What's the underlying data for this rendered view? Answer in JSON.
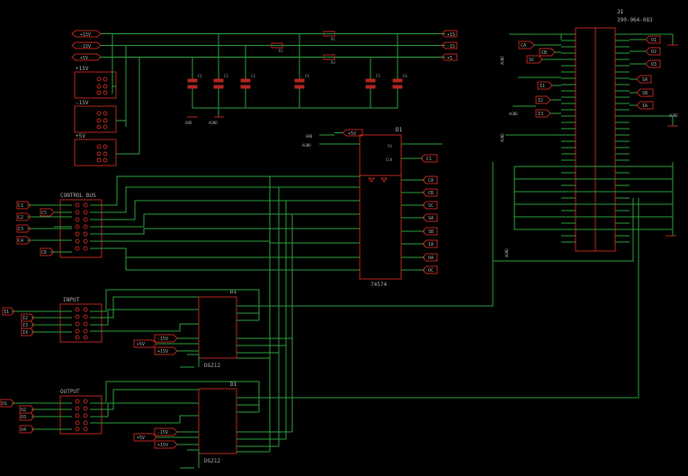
{
  "power": {
    "plus15": "+15V",
    "minus15": "-15V",
    "plus5": "+5V",
    "gnd": "GND",
    "agnd": "AGND"
  },
  "connector": {
    "ref": "J1",
    "part": "390-964-083"
  },
  "headers": {
    "control": "CONTROL BUS",
    "input": "INPUT",
    "output": "OUTPUT",
    "p15": "+15V",
    "m15": "-15V",
    "p5": "+5V"
  },
  "chips": {
    "d1_ref": "D1",
    "d1_part": "74574",
    "d1_clk": "CLK",
    "d1_vdd": "5V",
    "dg_part": "DG212"
  },
  "capacitors": [
    "C1",
    "C2",
    "C3",
    "C4",
    "C5",
    "C6"
  ],
  "resistors": [
    "R1",
    "R2",
    "R3"
  ],
  "control_flags": [
    "C1",
    "C2",
    "C3",
    "C4",
    "C5",
    "C6"
  ],
  "input_flags": [
    "I1",
    "I2",
    "I3",
    "I4"
  ],
  "output_flags": [
    "O1",
    "O2",
    "O3",
    "O4"
  ],
  "rail_flags": [
    "+15",
    "-15",
    "+5"
  ],
  "d1_out_flags": [
    "CA",
    "CB",
    "SC",
    "SA",
    "SB",
    "IA",
    "OA",
    "OC"
  ]
}
